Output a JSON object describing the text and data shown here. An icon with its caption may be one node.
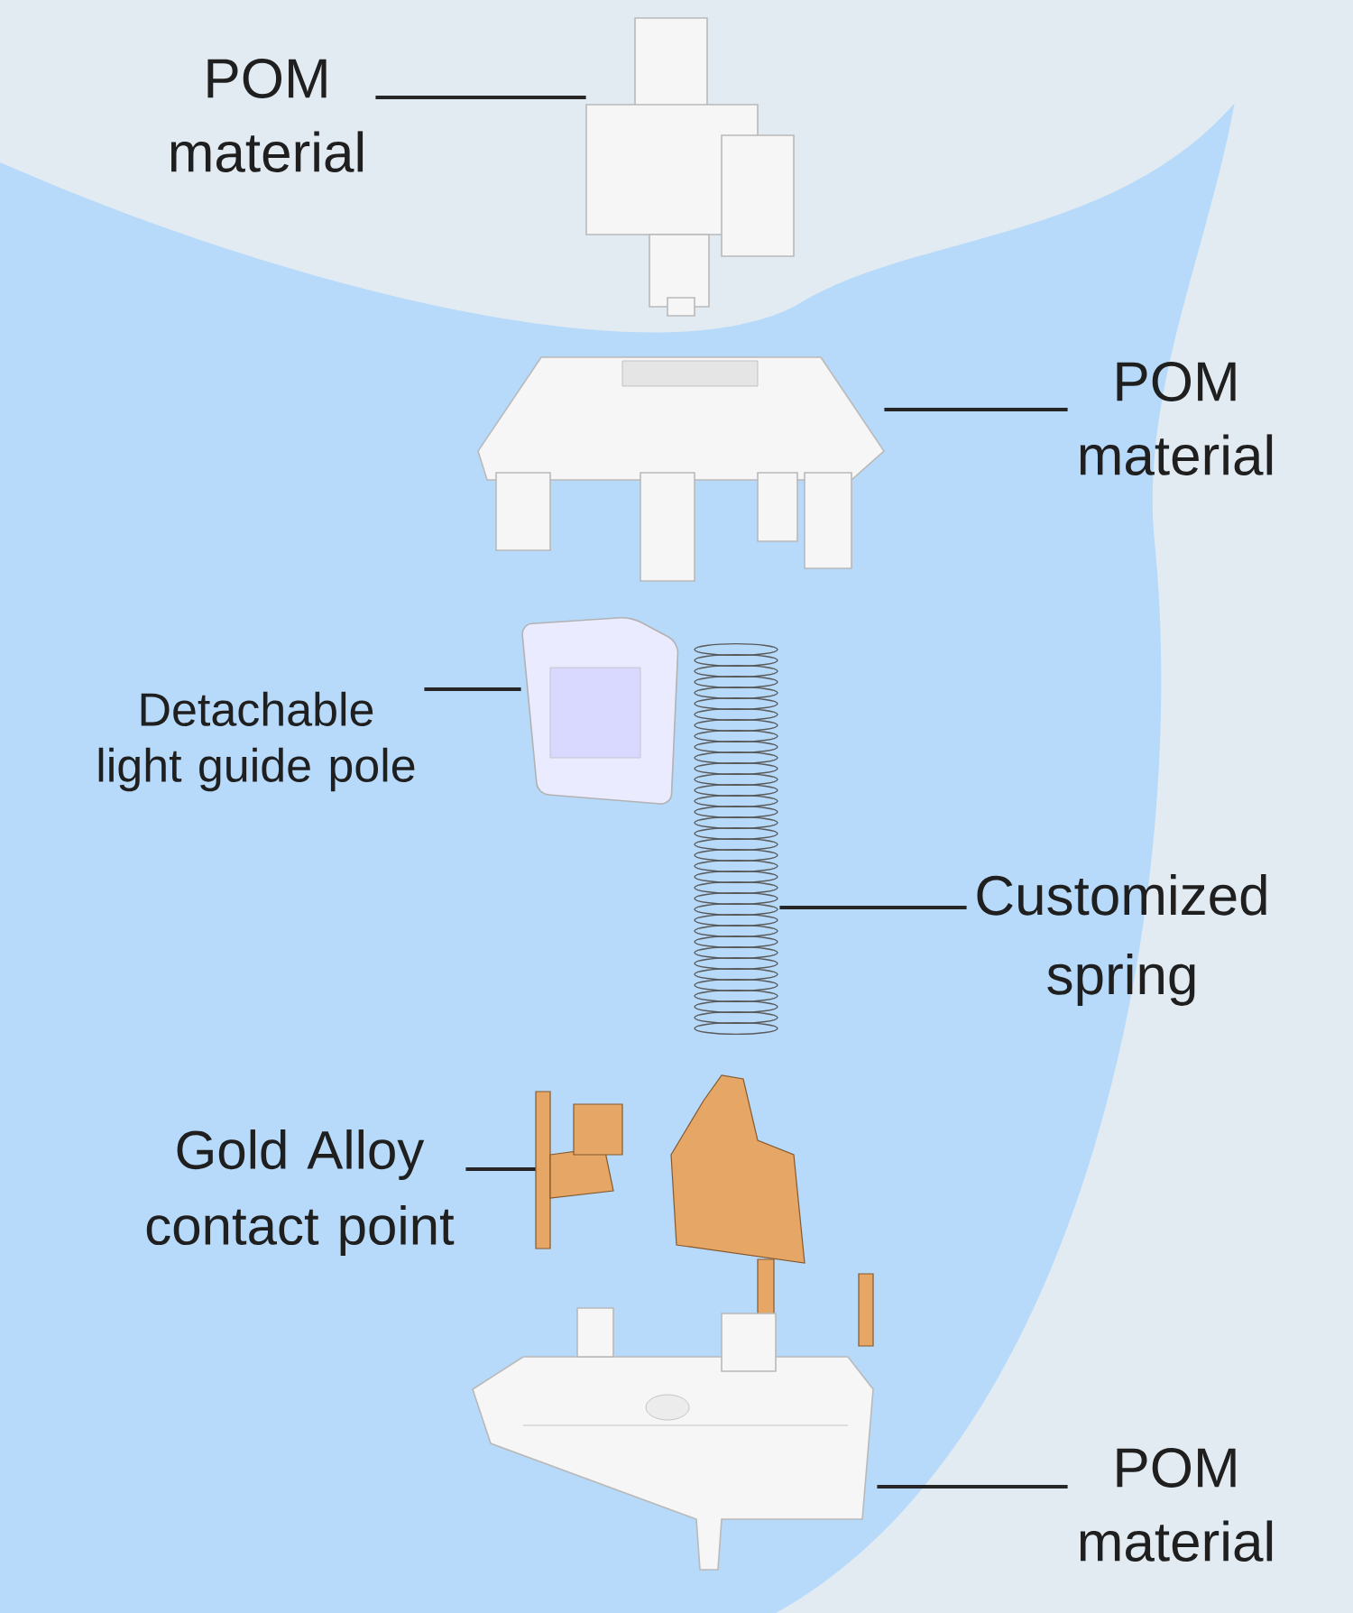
{
  "diagram": {
    "nodes": [
      {
        "text": [
          "POM material"
        ]
      },
      {
        "text": [],
        "shape": "picture"
      },
      {
        "text": [],
        "shape": "picture"
      },
      {
        "text": [
          "POM material"
        ]
      },
      {
        "text": [
          "Detachable light guide pole"
        ]
      },
      {
        "text": [],
        "shape": "picture"
      },
      {
        "text": [],
        "shape": "picture"
      },
      {
        "text": [
          "Customized spring"
        ]
      },
      {
        "text": [
          "Gold Alloy contact point"
        ]
      },
      {
        "text": [],
        "shape": "picture"
      },
      {
        "text": [],
        "shape": "picture"
      },
      {
        "text": [
          "POM material"
        ]
      }
    ],
    "edges": [
      {
        "from": 0,
        "to": 1,
        "arrow": "none"
      },
      {
        "from": 3,
        "to": 2,
        "arrow": "none"
      },
      {
        "from": 4,
        "to": 5,
        "arrow": "none"
      },
      {
        "from": 7,
        "to": 6,
        "arrow": "none"
      },
      {
        "from": 8,
        "to": 9,
        "arrow": "none"
      },
      {
        "from": 11,
        "to": 10,
        "arrow": "none"
      }
    ]
  }
}
